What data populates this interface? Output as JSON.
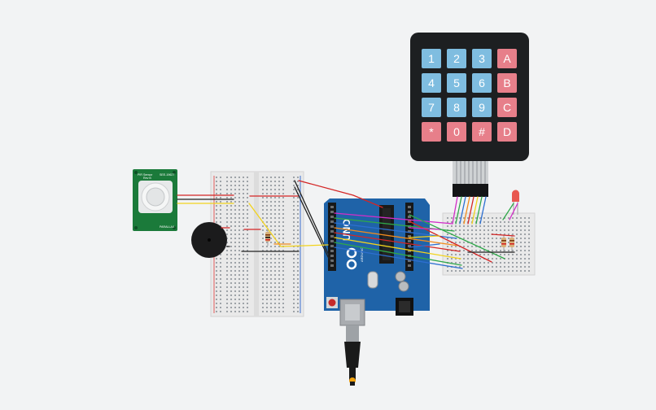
{
  "keypad": {
    "keys": [
      [
        "1",
        "2",
        "3",
        "A"
      ],
      [
        "4",
        "5",
        "6",
        "B"
      ],
      [
        "7",
        "8",
        "9",
        "C"
      ],
      [
        "*",
        "0",
        "#",
        "D"
      ]
    ],
    "colors": {
      "digit": "#7fbde0",
      "letter": "#e77f8a",
      "body": "#1d1f21"
    }
  },
  "pir_sensor": {
    "title": "PIR Sensor",
    "rev": "Rev B",
    "model": "SEE-19627",
    "footer": "PARALLAX",
    "color": "#1b7a3a"
  },
  "arduino": {
    "brand_text": "UNO",
    "sub_text": "ARDUINO",
    "color": "#1f63a8"
  },
  "wire_colors": {
    "red": "#d42626",
    "black": "#222222",
    "yellow": "#f2d31d",
    "green": "#2fa84a",
    "blue": "#2d6fd1",
    "magenta": "#d12ec8",
    "orange": "#f28c1d"
  }
}
